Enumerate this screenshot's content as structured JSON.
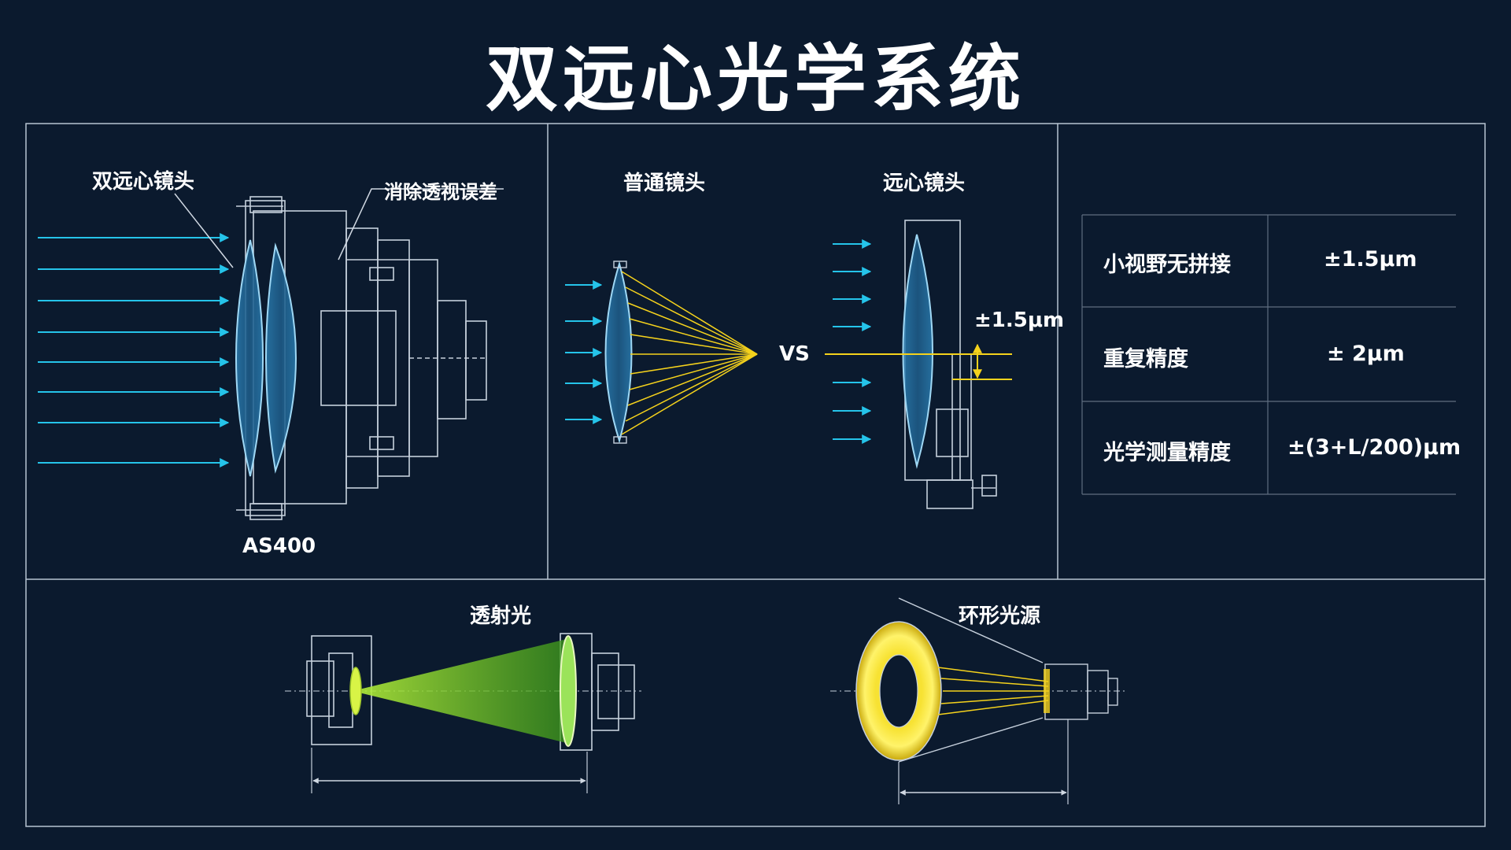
{
  "page": {
    "title": "双远心光学系统"
  },
  "panel_lens": {
    "lens_label": "双远心镜头",
    "annotation": "消除透视误差",
    "model": "AS400"
  },
  "panel_compare": {
    "normal_label": "普通镜头",
    "vs_label": "VS",
    "telecentric_label": "远心镜头",
    "offset_label": "±1.5μm"
  },
  "specs": {
    "rows": [
      {
        "name": "小视野无拼接",
        "value": "±1.5μm"
      },
      {
        "name": "重复精度",
        "value": "± 2μm"
      },
      {
        "name": "光学测量精度",
        "value": "±(3+L/200)μm"
      }
    ]
  },
  "panel_light": {
    "transmitted_label": "透射光",
    "ring_label": "环形光源"
  },
  "colors": {
    "background": "#0b1a2e",
    "line": "#b8c4d2",
    "ray_cyan": "#25c4ea",
    "ray_yellow": "#f5d21c",
    "beam_green": "#4cc51d",
    "lens_fill": "#1f5f8a"
  }
}
